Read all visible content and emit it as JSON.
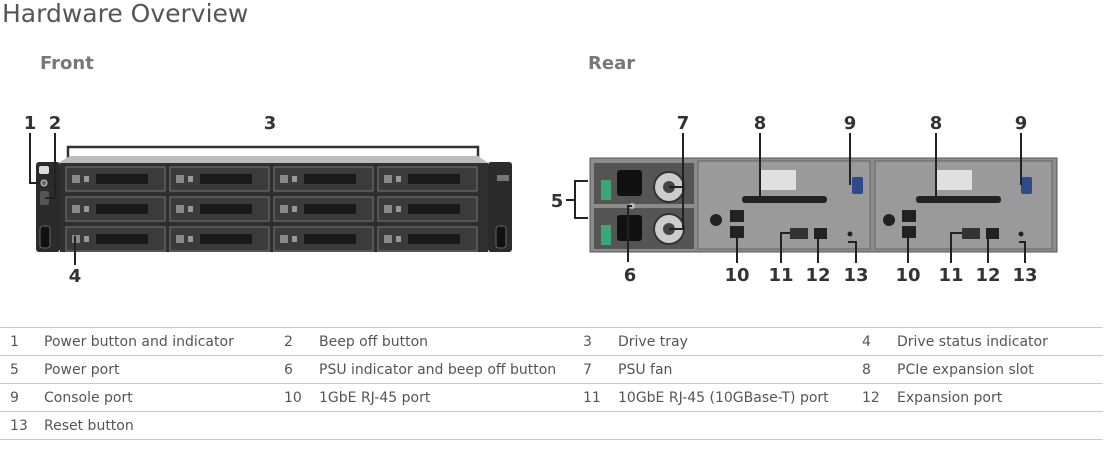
{
  "page": {
    "title": "Hardware Overview",
    "front_label": "Front",
    "rear_label": "Rear"
  },
  "callouts": {
    "front": [
      "1",
      "2",
      "3",
      "4"
    ],
    "rear": [
      "5",
      "6",
      "7",
      "8",
      "9",
      "8",
      "9",
      "10",
      "11",
      "12",
      "13",
      "10",
      "11",
      "12",
      "13"
    ]
  },
  "legend": [
    [
      {
        "num": "1",
        "label": "Power button and indicator"
      },
      {
        "num": "2",
        "label": "Beep off button"
      },
      {
        "num": "3",
        "label": "Drive tray"
      },
      {
        "num": "4",
        "label": "Drive status indicator"
      }
    ],
    [
      {
        "num": "5",
        "label": "Power port"
      },
      {
        "num": "6",
        "label": "PSU indicator and beep off button"
      },
      {
        "num": "7",
        "label": "PSU fan"
      },
      {
        "num": "8",
        "label": "PCIe expansion slot"
      }
    ],
    [
      {
        "num": "9",
        "label": "Console port"
      },
      {
        "num": "10",
        "label": "1GbE RJ-45 port"
      },
      {
        "num": "11",
        "label": "10GbE RJ-45 (10GBase-T) port"
      },
      {
        "num": "12",
        "label": "Expansion port"
      }
    ],
    [
      {
        "num": "13",
        "label": "Reset button"
      },
      {
        "num": "",
        "label": ""
      },
      {
        "num": "",
        "label": ""
      },
      {
        "num": "",
        "label": ""
      }
    ]
  ],
  "colors": {
    "chassis": "#2b2b2b",
    "bracket": "#333333",
    "rear_panel": "#8a8a8a",
    "psu_green": "#3aa874"
  }
}
